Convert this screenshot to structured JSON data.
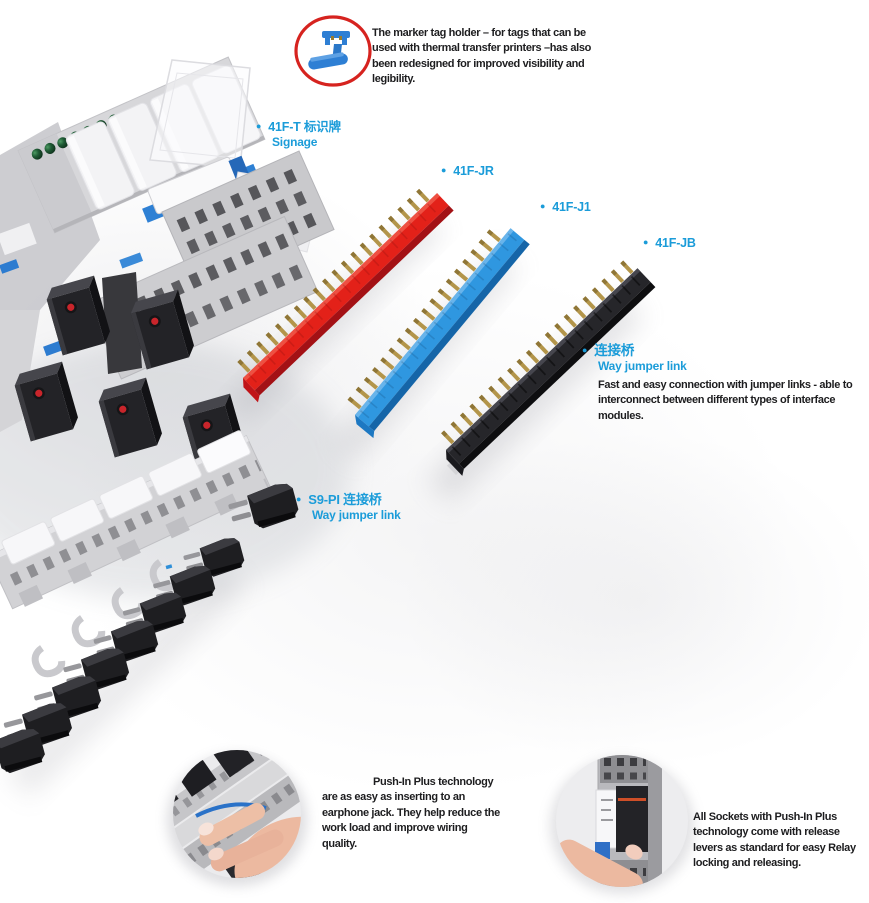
{
  "ui": {
    "bullet": "●"
  },
  "colors": {
    "accent_cyan": "#1b9cd9",
    "body_text": "#1d1d1f",
    "ring_red": "#d6231f",
    "holder_blue": "#2e7fd4",
    "strip_red": "#e32119",
    "strip_blue": "#2f97e0",
    "strip_black": "#26262a",
    "pin_gold": "#b3954a"
  },
  "callouts": {
    "marker_tag": {
      "icon": "marker-tag-holder-icon",
      "lines": [
        "The marker tag holder – for tags that can be",
        "used with  thermal transfer printers –has also",
        "been redesigned for improved visibility and",
        "legibility."
      ]
    },
    "signage_label": {
      "title": "41F-T 标识牌",
      "subtitle": "Signage"
    },
    "jr_label": {
      "title": "41F-JR"
    },
    "j1_label": {
      "title": "41F-J1"
    },
    "jb_label": {
      "title": "41F-JB"
    },
    "jumper_link": {
      "title": "连接桥",
      "subtitle": "Way jumper link",
      "lines": [
        "Fast and easy connection with jumper links - able to",
        "interconnect between different types of interface",
        "modules."
      ]
    },
    "s9_label": {
      "title": "S9-PI 连接桥",
      "subtitle": "Way jumper link"
    },
    "push_in": {
      "lines": [
        "Push-In Plus technology",
        "are as easy as inserting to an",
        "earphone jack. They help reduce the",
        "work load and improve wiring",
        "quality."
      ]
    },
    "release_lever": {
      "lines": [
        "All Sockets with Push-In Plus",
        "technology come with release",
        "levers as standard for easy Relay",
        "locking and releasing."
      ]
    }
  }
}
